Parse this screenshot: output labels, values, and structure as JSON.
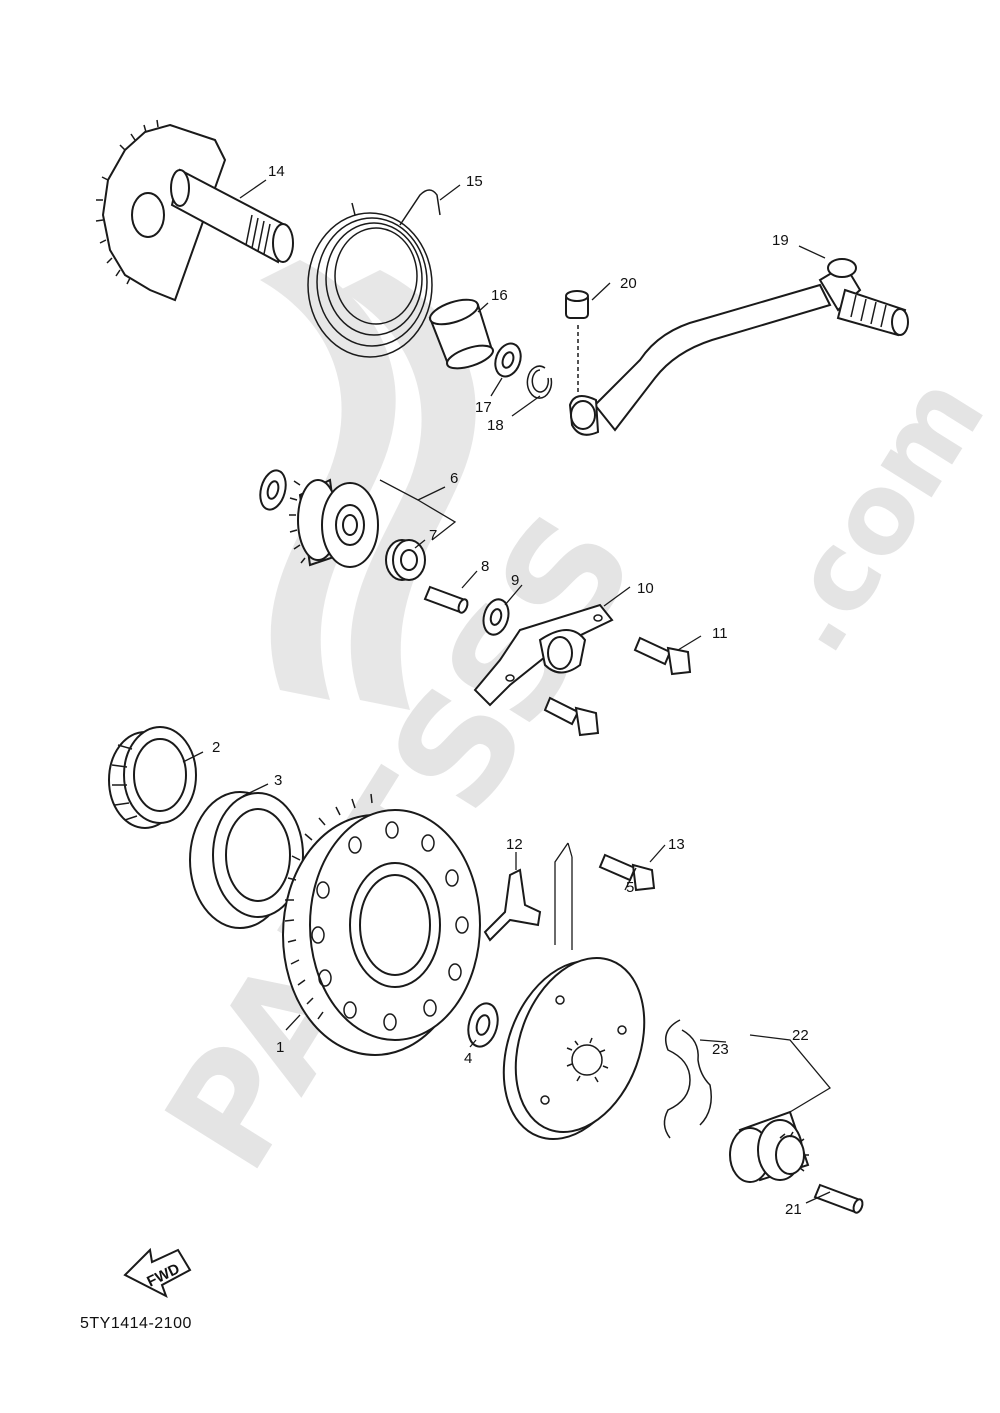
{
  "watermark": {
    "brand": "PARTSSS",
    "suffix": ".com"
  },
  "diagram": {
    "code": "5TY1414-2100"
  },
  "fwd_arrow": {
    "label": "FWD"
  },
  "callouts": [
    {
      "id": "1",
      "label": "1"
    },
    {
      "id": "2",
      "label": "2"
    },
    {
      "id": "3",
      "label": "3"
    },
    {
      "id": "4",
      "label": "4"
    },
    {
      "id": "5",
      "label": "5"
    },
    {
      "id": "6",
      "label": "6"
    },
    {
      "id": "7",
      "label": "7"
    },
    {
      "id": "8",
      "label": "8"
    },
    {
      "id": "9",
      "label": "9"
    },
    {
      "id": "10",
      "label": "10"
    },
    {
      "id": "11",
      "label": "11"
    },
    {
      "id": "12",
      "label": "12"
    },
    {
      "id": "13",
      "label": "13"
    },
    {
      "id": "14",
      "label": "14"
    },
    {
      "id": "15",
      "label": "15"
    },
    {
      "id": "16",
      "label": "16"
    },
    {
      "id": "17",
      "label": "17"
    },
    {
      "id": "18",
      "label": "18"
    },
    {
      "id": "19",
      "label": "19"
    },
    {
      "id": "20",
      "label": "20"
    },
    {
      "id": "21",
      "label": "21"
    },
    {
      "id": "22",
      "label": "22"
    },
    {
      "id": "23",
      "label": "23"
    }
  ]
}
